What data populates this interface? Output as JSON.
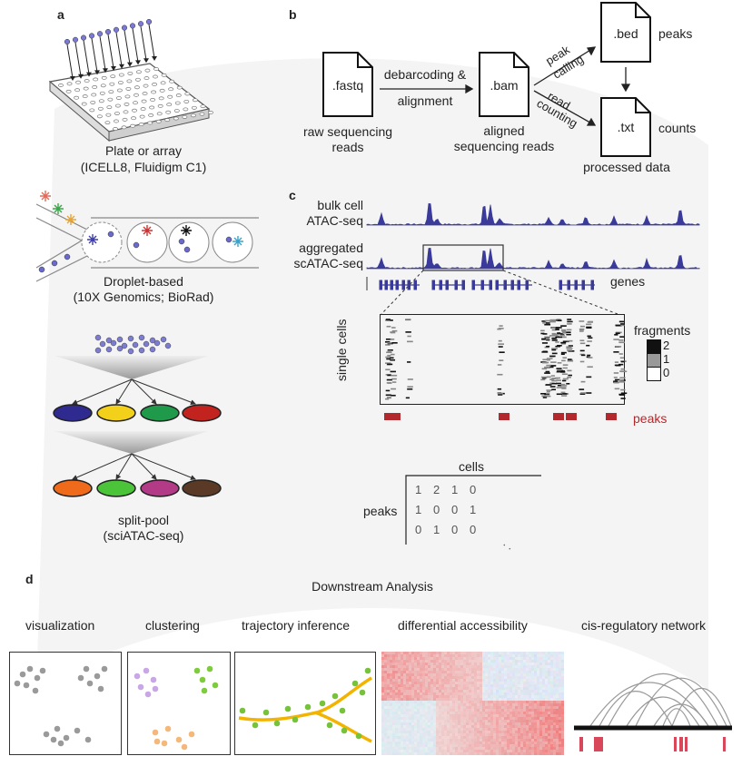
{
  "panels": {
    "a": "a",
    "b": "b",
    "c": "c",
    "d": "d"
  },
  "a": {
    "plate_label": "Plate or array",
    "plate_sub": "(ICELL8, Fluidigm C1)",
    "droplet_label": "Droplet-based",
    "droplet_sub": "(10X Genomics; BioRad)",
    "split_label": "split-pool",
    "split_sub": "(sciATAC-seq)"
  },
  "b": {
    "fastq": ".fastq",
    "bam": ".bam",
    "bed": ".bed",
    "txt": ".txt",
    "step1_line1": "debarcoding &",
    "step1_line2": "alignment",
    "peak_calling_1": "peak",
    "peak_calling_2": "calling",
    "read_counting_1": "read",
    "read_counting_2": "counting",
    "raw_1": "raw sequencing",
    "raw_2": "reads",
    "aligned_1": "aligned",
    "aligned_2": "sequencing reads",
    "peaks": "peaks",
    "counts": "counts",
    "processed": "processed data"
  },
  "c": {
    "bulk_1": "bulk cell",
    "bulk_2": "ATAC-seq",
    "agg_1": "aggregated",
    "agg_2": "scATAC-seq",
    "genes": "genes",
    "single_cells": "single cells",
    "fragments": "fragments",
    "legend_values": [
      "2",
      "1",
      "0"
    ],
    "peaks_label": "peaks",
    "matrix_cells": "cells",
    "matrix_peaks": "peaks",
    "matrix_rows": [
      [
        "1",
        "2",
        "1",
        "0"
      ],
      [
        "1",
        "0",
        "0",
        "1"
      ],
      [
        "0",
        "1",
        "0",
        "0"
      ]
    ],
    "ellipsis": ". ."
  },
  "d": {
    "title": "Downstream Analysis",
    "headers": [
      "visualization",
      "clustering",
      "trajectory inference",
      "differential accessibility",
      "cis-regulatory network"
    ]
  },
  "colors": {
    "track_blue": "#3a3a9a",
    "peak_red": "#b3282d",
    "file_border": "#111111",
    "cluster_purple": "#c9a7e6",
    "cluster_green": "#7ecb3c",
    "cluster_orange": "#f4b87a",
    "traj_line": "#f2b400",
    "dot_gray": "#9a9a9a"
  }
}
